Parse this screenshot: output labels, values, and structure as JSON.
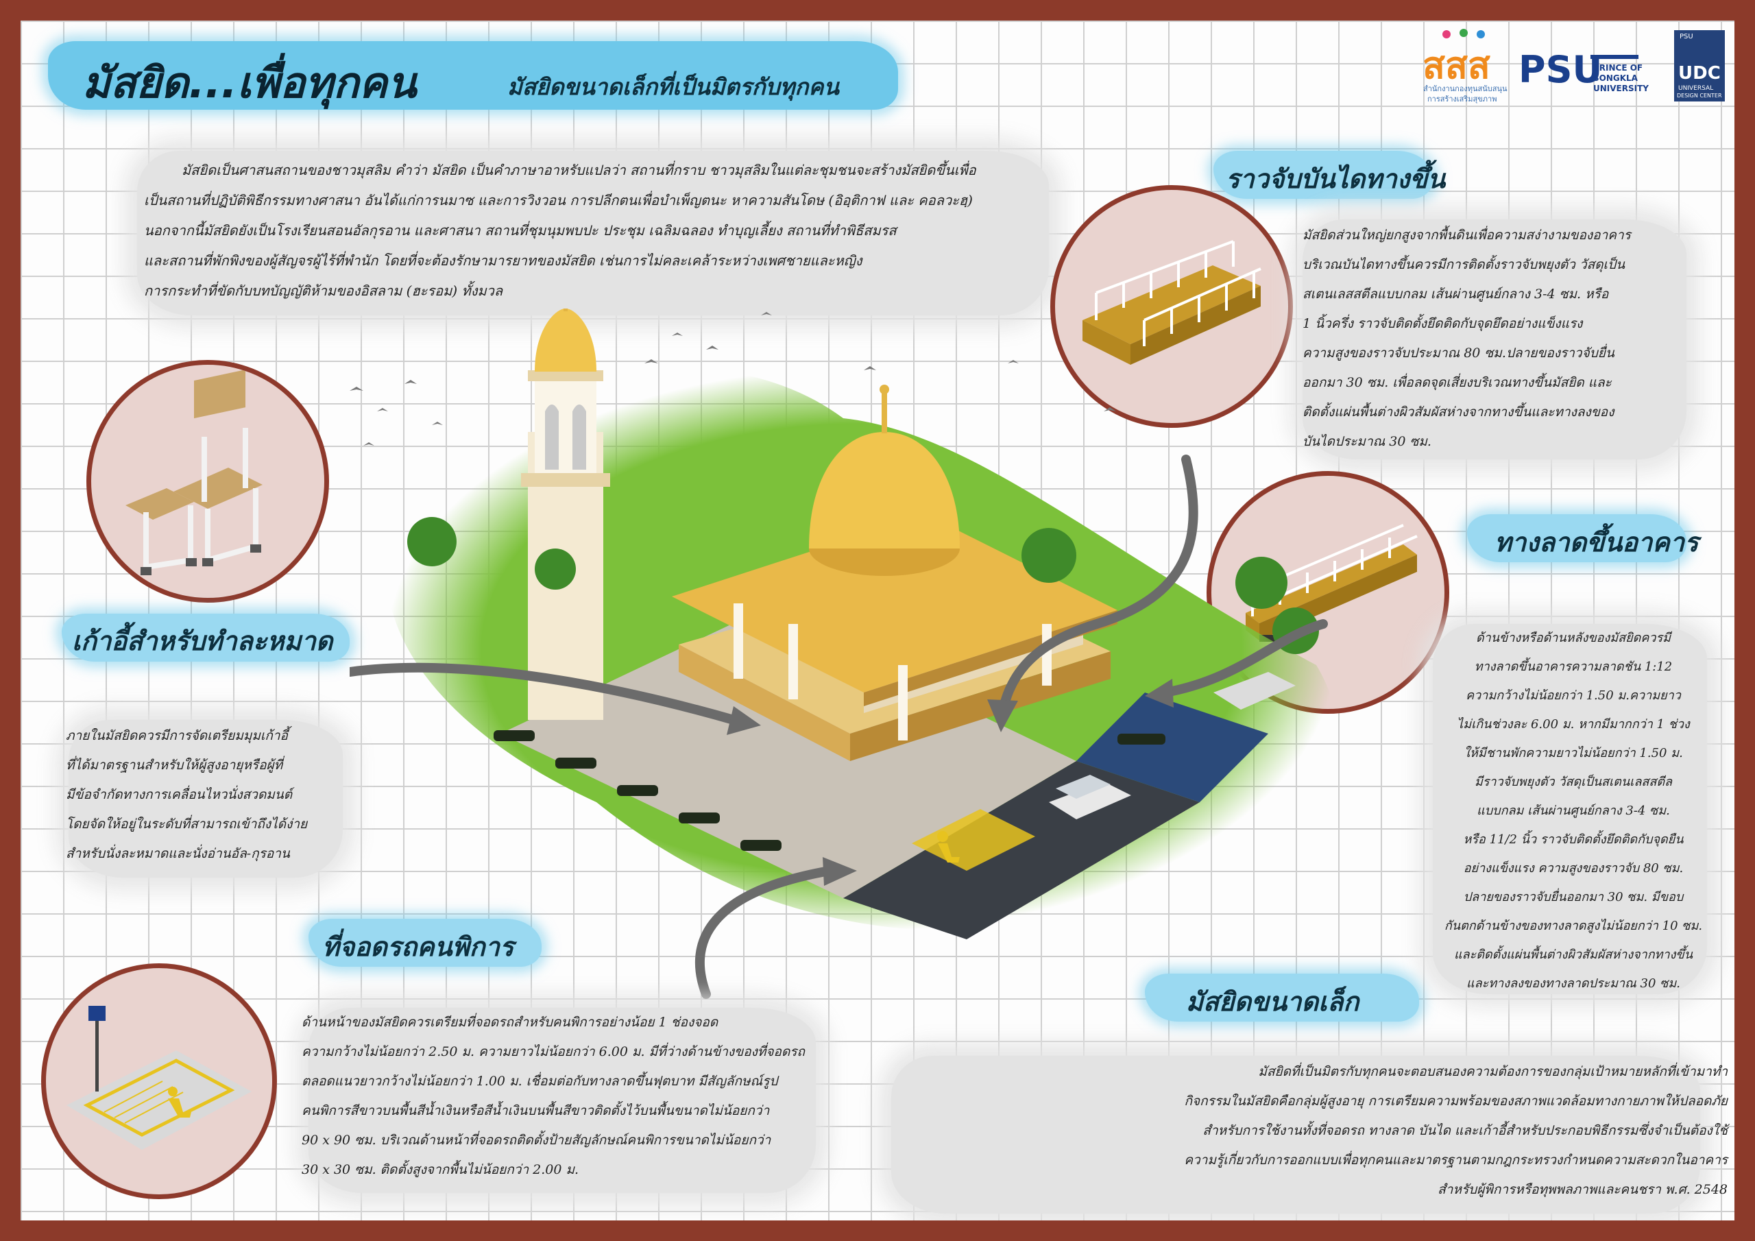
{
  "title": {
    "main": "มัสยิด...เพื่อทุกคน",
    "subtitle": "มัสยิดขนาดเล็กที่เป็นมิตรกับทุกคน"
  },
  "logos": {
    "sss_mark": "สสส",
    "sss_caption_1": "สำนักงานกองทุนสนับสนุน",
    "sss_caption_2": "การสร้างเสริมสุขภาพ",
    "psu_mark": "PSU",
    "psu_name_1": "PRINCE OF",
    "psu_name_2": "SONGKLA",
    "psu_name_3": "UNIVERSITY",
    "udc_top": "PSU",
    "udc_mark": "UDC",
    "udc_name_1": "UNIVERSAL",
    "udc_name_2": "DESIGN CENTER"
  },
  "intro": {
    "lines": [
      "มัสยิดเป็นศาสนสถานของชาวมุสลิม คำว่า มัสยิด เป็นคำภาษาอาหรับแปลว่า สถานที่กราบ ชาวมุสลิมในแต่ละชุมชนจะสร้างมัสยิดขึ้นเพื่อ",
      "เป็นสถานที่ปฏิบัติพิธีกรรมทางศาสนา อันได้แก่การนมาซ และการวิงวอน การปลีกตนเพื่อบำเพ็ญตนะ หาความสันโดษ (อิอฺติกาฟ และ คอลวะฮฺ)",
      "นอกจากนี้มัสยิดยังเป็นโรงเรียนสอนอัลกุรอาน และศาสนา สถานที่ชุมนุมพบปะ ประชุม เฉลิมฉลอง ทำบุญเลี้ยง สถานที่ทำพิธีสมรส",
      "และสถานที่พักพิงของผู้สัญจรผู้ไร้ที่พำนัก โดยที่จะต้องรักษามารยาทของมัสยิด เช่นการไม่คละเคล้าระหว่างเพศชายและหญิง",
      "การกระทำที่ขัดกับบทบัญญัติห้ามของอิสลาม (ฮะรอม) ทั้งมวล"
    ]
  },
  "handrail": {
    "heading": "ราวจับบันไดทางขึ้น",
    "lines": [
      "มัสยิดส่วนใหญ่ยกสูงจากพื้นดินเพื่อความสง่างามของอาคาร",
      "บริเวณบันไดทางขึ้นควรมีการติดตั้งราวจับพยุงตัว วัสดุเป็น",
      "สเตนเลสสตีลแบบกลม เส้นผ่านศูนย์กลาง 3-4 ซม. หรือ",
      "1 นิ้วครึ่ง ราวจับติดตั้งยึดติดกับจุดยึดอย่างแข็งแรง",
      "ความสูงของราวจับประมาณ 80 ซม.ปลายของราวจับยื่น",
      "ออกมา 30 ซม. เพื่อลดจุดเสี่ยงบริเวณทางขึ้นมัสยิด และ",
      "ติดตั้งแผ่นพื้นต่างผิวสัมผัสห่างจากทางขึ้นและทางลงของ",
      "บันไดประมาณ 30 ซม."
    ]
  },
  "chair": {
    "heading": "เก้าอี้สำหรับทำละหมาด",
    "lines": [
      "ภายในมัสยิดควรมีการจัดเตรียมมุมเก้าอี้",
      "ที่ได้มาตรฐานสำหรับให้ผู้สูงอายุหรือผู้ที่",
      "มีข้อจำกัดทางการเคลื่อนไหวนั่งสวดมนต์",
      "โดยจัดให้อยู่ในระดับที่สามารถเข้าถึงได้ง่าย",
      "สำหรับนั่งละหมาดและนั่งอ่านอัล-กุรอาน"
    ]
  },
  "ramp": {
    "heading": "ทางลาดขึ้นอาคาร",
    "lines": [
      "ด้านข้างหรือด้านหลังของมัสยิดควรมี",
      "ทางลาดขึ้นอาคารความลาดชัน 1:12",
      "ความกว้างไม่น้อยกว่า 1.50 ม.ความยาว",
      "ไม่เกินช่วงละ 6.00 ม. หากมีมากกว่า 1 ช่วง",
      "ให้มีชานพักความยาวไม่น้อยกว่า 1.50 ม.",
      "มีราวจับพยุงตัว วัสดุเป็นสเตนเลสสตีล",
      "แบบกลม เส้นผ่านศูนย์กลาง 3-4 ซม.",
      "หรือ 11/2 นิ้ว ราวจับติดตั้งยึดติดกับจุดยืน",
      "อย่างแข็งแรง ความสูงของราวจับ 80 ซม.",
      "ปลายของราวจับยื่นออกมา 30 ซม. มีขอบ",
      "กันตกด้านข้างของทางลาดสูงไม่น้อยกว่า 10 ซม.",
      "และติดตั้งแผ่นพื้นต่างผิวสัมผัสห่างจากทางขึ้น",
      "และทางลงของทางลาดประมาณ 30 ซม."
    ]
  },
  "parking": {
    "heading": "ที่จอดรถคนพิการ",
    "lines": [
      "ด้านหน้าของมัสยิดควรเตรียมที่จอดรถสำหรับคนพิการอย่างน้อย 1 ช่องจอด",
      "ความกว้างไม่น้อยกว่า 2.50 ม. ความยาวไม่น้อยกว่า 6.00 ม. มีที่ว่างด้านข้างของที่จอดรถ",
      "ตลอดแนวยาวกว้างไม่น้อยกว่า 1.00 ม. เชื่อมต่อกับทางลาดขึ้นฟุตบาท มีสัญลักษณ์รูป",
      "คนพิการสีขาวบนพื้นสีน้ำเงินหรือสีน้ำเงินบนพื้นสีขาวติดตั้งไว้บนพื้นขนาดไม่น้อยกว่า",
      "90 x 90 ซม. บริเวณด้านหน้าที่จอดรถติดตั้งป้ายสัญลักษณ์คนพิการขนาดไม่น้อยกว่า",
      "30 x 30 ซม. ติดตั้งสูงจากพื้นไม่น้อยกว่า 2.00 ม."
    ]
  },
  "small_mosque": {
    "heading": "มัสยิดขนาดเล็ก",
    "lines": [
      "มัสยิดที่เป็นมิตรกับทุกคนจะตอบสนองความต้องการของกลุ่มเป้าหมายหลักที่เข้ามาทำ",
      "กิจกรรมในมัสยิดคือกลุ่มผู้สูงอายุ การเตรียมความพร้อมของสภาพแวดล้อมทางกายภาพให้ปลอดภัย",
      "สำหรับการใช้งานทั้งที่จอดรถ ทางลาด บันได และเก้าอี้สำหรับประกอบพิธีกรรมซึ่งจำเป็นต้องใช้",
      "ความรู้เกี่ยวกับการออกแบบเพื่อทุกคนและมาตรฐานตามกฎกระทรวงกำหนดความสะดวกในอาคาร",
      "สำหรับผู้พิการหรือทุพพลภาพและคนชรา พ.ศ. 2548"
    ]
  },
  "colors": {
    "frame": "#8c3a2a",
    "brush_blue": "#6ec8ea",
    "heading_text": "#0d2f3e",
    "mosque_yellow": "#e9b949",
    "grass": "#7cc13a"
  }
}
